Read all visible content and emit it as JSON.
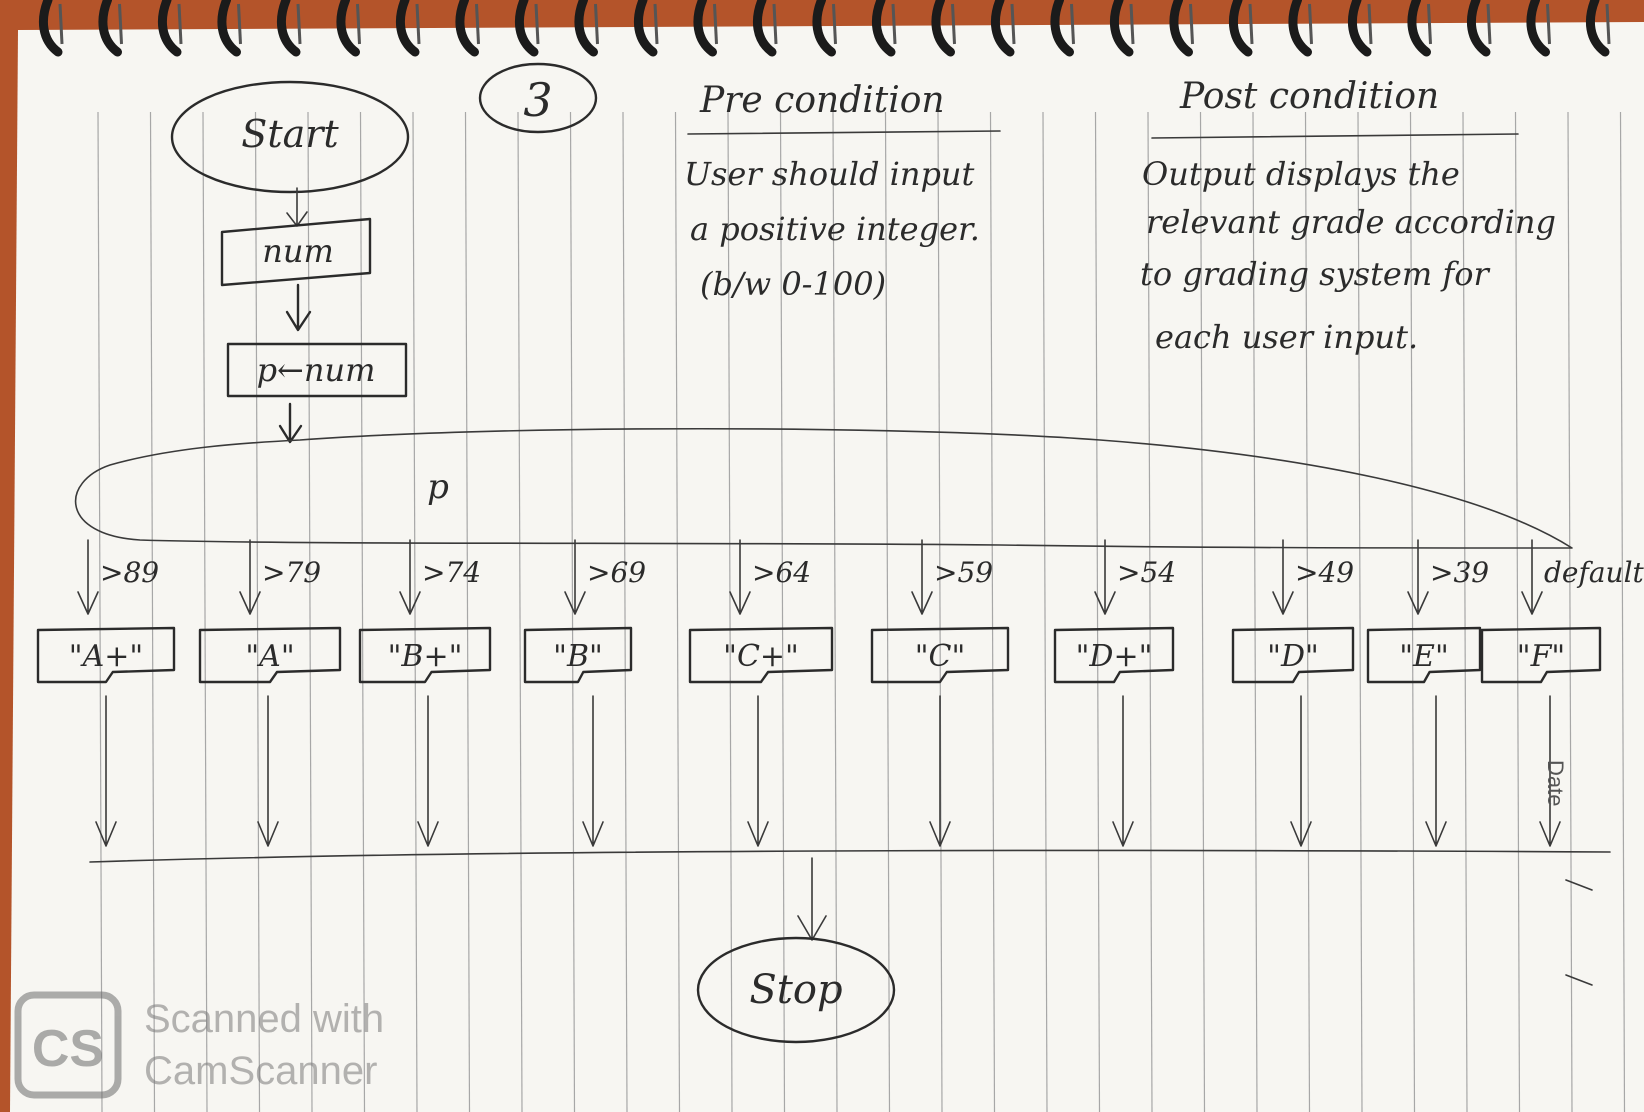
{
  "step_number": "3",
  "precondition": {
    "heading": "Pre condition",
    "lines": [
      "User should input",
      "a positive integer.",
      "(b/w 0-100)"
    ]
  },
  "postcondition": {
    "heading": "Post condition",
    "lines": [
      "Output displays the",
      "relevant grade according",
      "to grading system for",
      "each user input."
    ]
  },
  "flow": {
    "start": "Start",
    "input": "num",
    "assign": "p←num",
    "switch_var": "p",
    "stop": "Stop"
  },
  "cases": [
    {
      "condition": ">89",
      "grade": "\"A+\""
    },
    {
      "condition": ">79",
      "grade": "\"A\""
    },
    {
      "condition": ">74",
      "grade": "\"B+\""
    },
    {
      "condition": ">69",
      "grade": "\"B\""
    },
    {
      "condition": ">64",
      "grade": "\"C+\""
    },
    {
      "condition": ">59",
      "grade": "\"C\""
    },
    {
      "condition": ">54",
      "grade": "\"D+\""
    },
    {
      "condition": ">49",
      "grade": "\"D\""
    },
    {
      "condition": ">39",
      "grade": "\"E\""
    },
    {
      "condition": "default",
      "grade": "\"F\""
    }
  ],
  "margin_label": "Date",
  "watermark": {
    "logo": "CS",
    "line1": "Scanned with",
    "line2": "CamScanner"
  }
}
